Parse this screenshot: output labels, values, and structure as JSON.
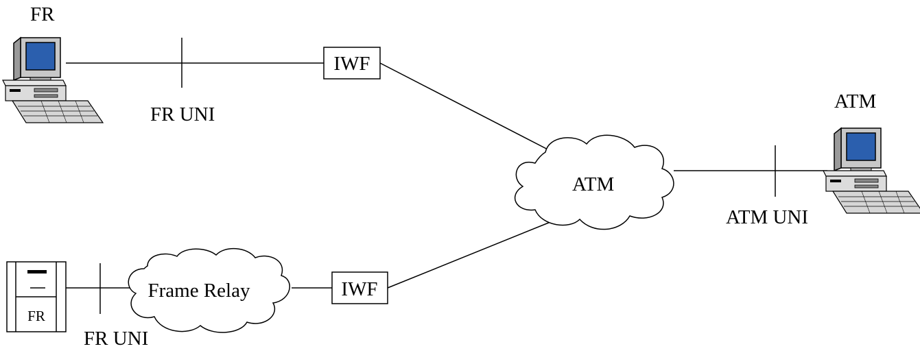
{
  "nodes": {
    "fr_computer": {
      "label": "FR"
    },
    "atm_computer": {
      "label": "ATM"
    },
    "fr_device": {
      "label": "FR"
    },
    "iwf_top": {
      "label": "IWF"
    },
    "iwf_bottom": {
      "label": "IWF"
    },
    "atm_cloud": {
      "label": "ATM"
    },
    "frame_relay_cloud": {
      "label": "Frame Relay"
    }
  },
  "interfaces": {
    "fr_uni_top": "FR UNI",
    "fr_uni_bottom": "FR UNI",
    "atm_uni": "ATM UNI"
  },
  "colors": {
    "line": "#000000",
    "screen": "#2b5fae",
    "computer_body": "#dcdcdc",
    "computer_shadow": "#9a9a9a"
  }
}
